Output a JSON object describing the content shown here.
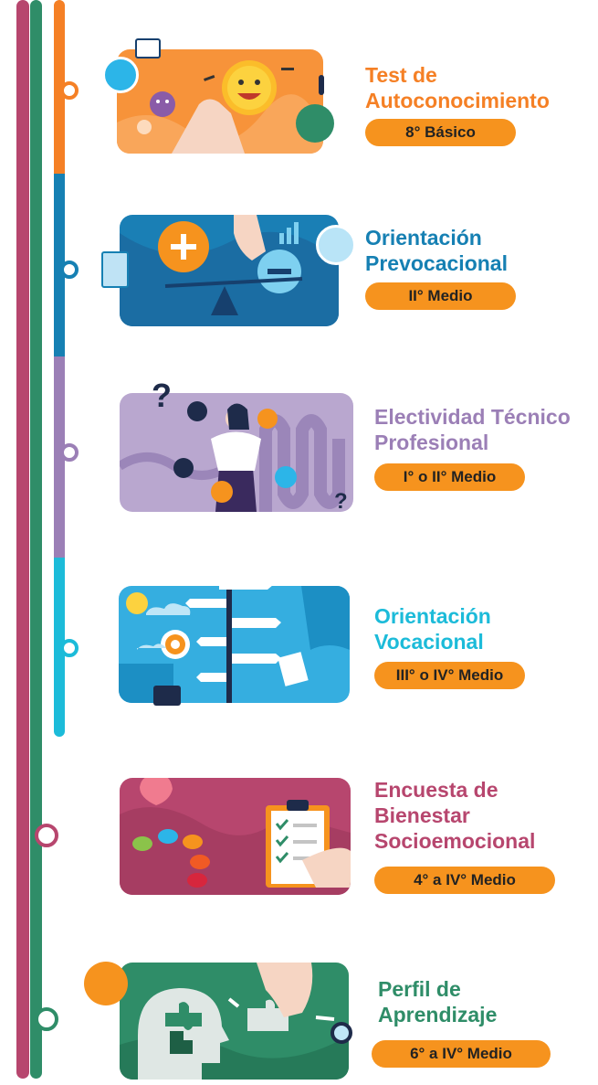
{
  "colors": {
    "rail_outer": "#b7466e",
    "rail_middle": "#2f8d68",
    "orange": "#f58025",
    "blue": "#1680b3",
    "purple": "#9b7fb6",
    "cyan": "#1cbbd9",
    "rose": "#b7466e",
    "green": "#2f8d68",
    "badge": "#f6931e"
  },
  "steps": [
    {
      "title": "Test de\nAutoconocimiento",
      "level": "8° Básico",
      "color": "#f58025",
      "illustration": "emoji-faces-hand-illustration"
    },
    {
      "title": "Orientación\nPrevocacional",
      "level": "II° Medio",
      "color": "#1680b3",
      "illustration": "balance-plus-minus-illustration"
    },
    {
      "title": "Electividad Técnico\nProfesional",
      "level": "I° o II° Medio",
      "color": "#9b7fb6",
      "illustration": "person-choosing-paths-illustration"
    },
    {
      "title": "Orientación\nVocacional",
      "level": "III° o IV° Medio",
      "color": "#1cbbd9",
      "illustration": "signpost-target-illustration"
    },
    {
      "title": "Encuesta de\nBienestar\nSocioemocional",
      "level": "4° a IV° Medio",
      "color": "#b7466e",
      "illustration": "checklist-mood-scale-illustration"
    },
    {
      "title": "Perfil de\nAprendizaje",
      "level": "6° a IV° Medio",
      "color": "#2f8d68",
      "illustration": "head-puzzle-illustration"
    }
  ]
}
